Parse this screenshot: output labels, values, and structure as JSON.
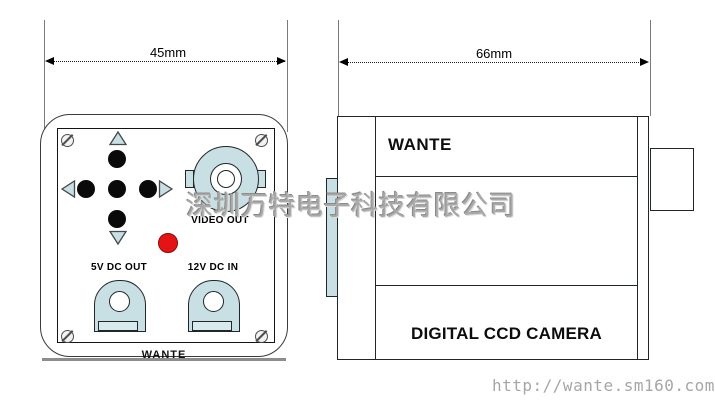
{
  "watermark_text": "深圳万特电子科技有限公司",
  "footer": {
    "url": "http://wante.sm160.com"
  },
  "back_view": {
    "dimension_label": "45mm",
    "video_out_label": "VIDEO OUT",
    "dc_out_label": "5V DC OUT",
    "dc_in_label": "12V DC IN",
    "brand_label": "WANTE"
  },
  "side_view": {
    "dimension_label": "66mm",
    "brand_label": "WANTE",
    "product_label": "DIGITAL CCD CAMERA"
  },
  "colors": {
    "connector_fill": "#c8dfe3",
    "led_red": "#e41414",
    "line_black": "#20262a",
    "watermark_gray": "#a8a8a8",
    "url_gray": "#a6a6a6"
  }
}
